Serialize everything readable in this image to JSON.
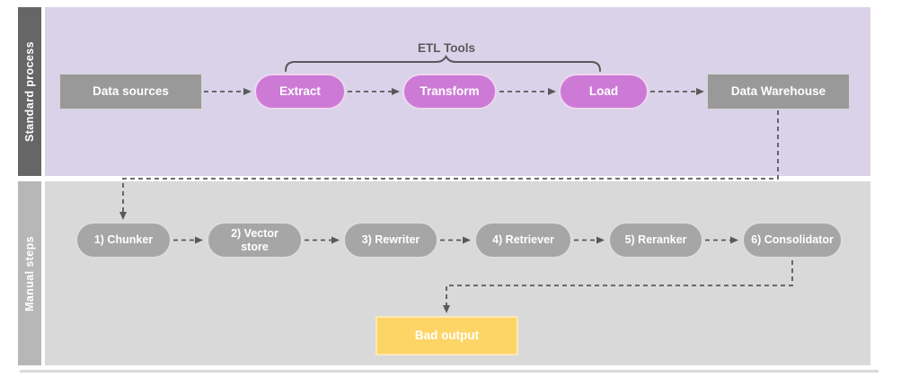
{
  "lanes": {
    "standard": {
      "label": "Standard process"
    },
    "manual": {
      "label": "Manual steps"
    }
  },
  "bracket": {
    "label": "ETL Tools"
  },
  "nodes": {
    "data_sources": {
      "label": "Data sources"
    },
    "extract": {
      "label": "Extract"
    },
    "transform": {
      "label": "Transform"
    },
    "load": {
      "label": "Load"
    },
    "data_warehouse": {
      "label": "Data Warehouse"
    },
    "chunker": {
      "label": "1) Chunker"
    },
    "vector_store": {
      "label": "2) Vector store"
    },
    "rewriter": {
      "label": "3) Rewriter"
    },
    "retriever": {
      "label": "4) Retriever"
    },
    "reranker": {
      "label": "5) Reranker"
    },
    "consolidator": {
      "label": "6) Consolidator"
    },
    "bad_output": {
      "label": "Bad output"
    }
  },
  "connections": [
    {
      "from": "data_sources",
      "to": "extract"
    },
    {
      "from": "extract",
      "to": "transform"
    },
    {
      "from": "transform",
      "to": "load"
    },
    {
      "from": "load",
      "to": "data_warehouse"
    },
    {
      "from": "data_warehouse",
      "to": "chunker"
    },
    {
      "from": "chunker",
      "to": "vector_store"
    },
    {
      "from": "vector_store",
      "to": "rewriter"
    },
    {
      "from": "rewriter",
      "to": "retriever"
    },
    {
      "from": "retriever",
      "to": "reranker"
    },
    {
      "from": "reranker",
      "to": "consolidator"
    },
    {
      "from": "consolidator",
      "to": "bad_output"
    }
  ],
  "colors": {
    "standard_lane_bg": "#d9d2e9",
    "manual_lane_bg": "#d9d9d9",
    "standard_lane_bar": "#666666",
    "manual_lane_bar": "#b7b7b7",
    "etl_pill_fill": "#cd7ad6",
    "etl_pill_border": "#eed6f0",
    "gray_box_fill": "#999999",
    "gray_pill_fill": "#a6a6a6",
    "bad_output_fill": "#fdd567",
    "connector_stroke": "#595959",
    "text_on_shapes": "#ffffff"
  }
}
